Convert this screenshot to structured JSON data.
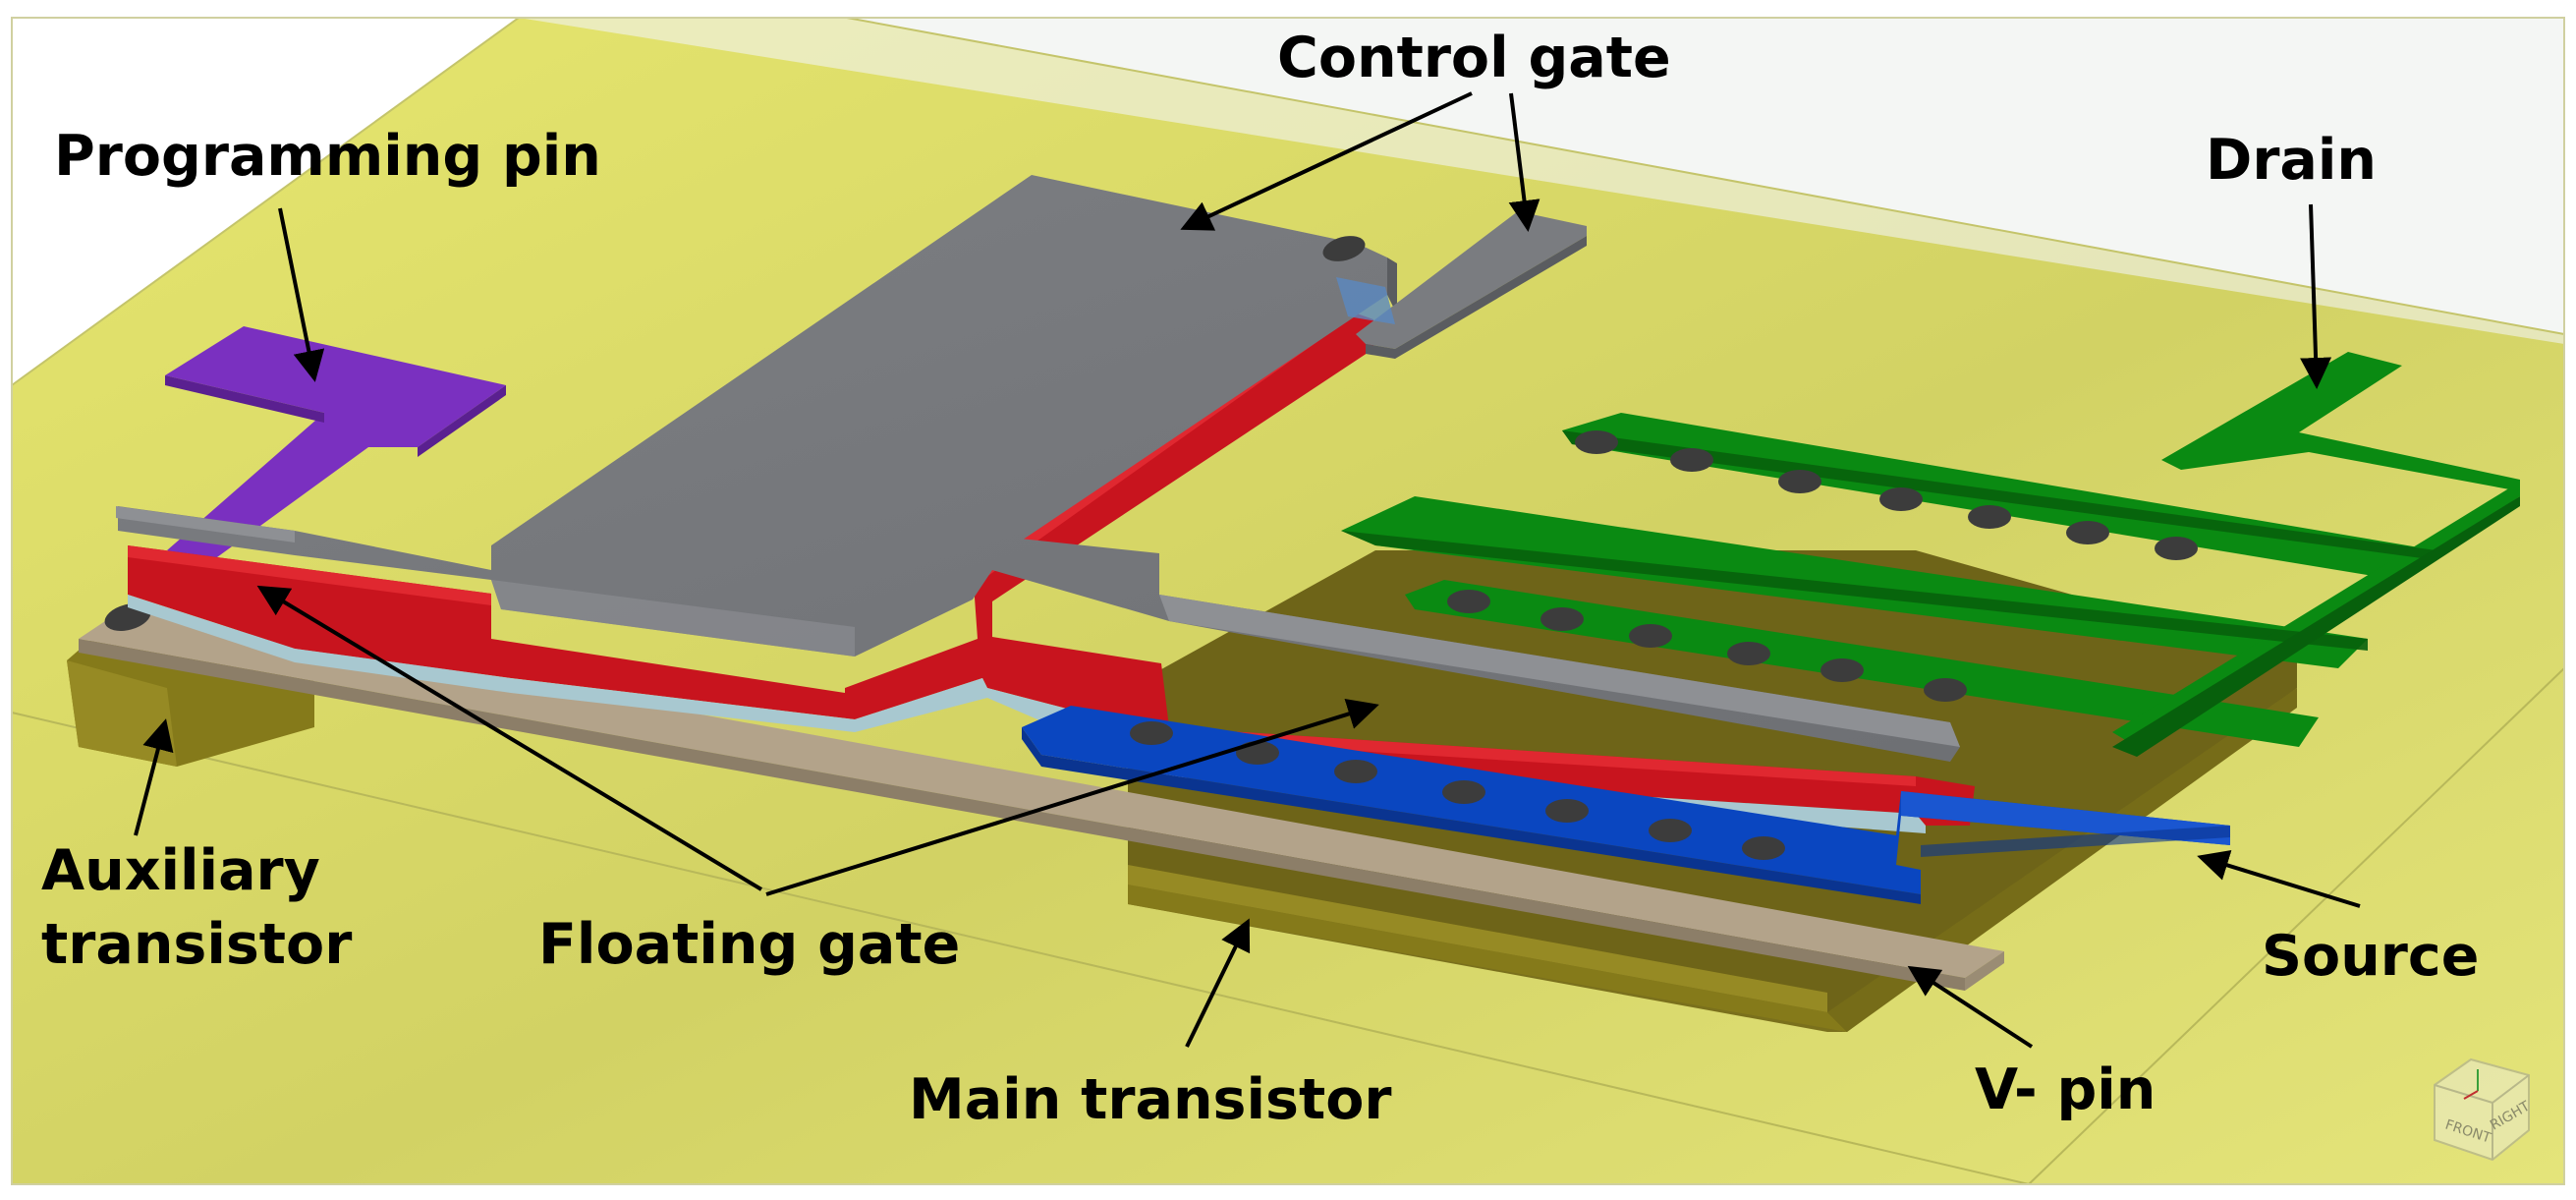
{
  "labels": {
    "control_gate": "Control gate",
    "programming_pin": "Programming pin",
    "drain": "Drain",
    "auxiliary_transistor_line1": "Auxiliary",
    "auxiliary_transistor_line2": "transistor",
    "floating_gate": "Floating gate",
    "source": "Source",
    "main_transistor": "Main transistor",
    "v_minus_pin": "V- pin"
  },
  "view_cube": {
    "front": "FRONT",
    "right": "RIGHT"
  },
  "colors": {
    "substrate": "#d8d86c",
    "control_gate": "#7a7c80",
    "floating_gate": "#c8141e",
    "programming_pin": "#7a30c0",
    "drain": "#0a8a12",
    "source": "#0a46c0",
    "v_minus_pin": "#b3a38a",
    "transistor_body": "#857a1a",
    "oxide": "#a8c8d0",
    "via": "#3c3c3c"
  }
}
